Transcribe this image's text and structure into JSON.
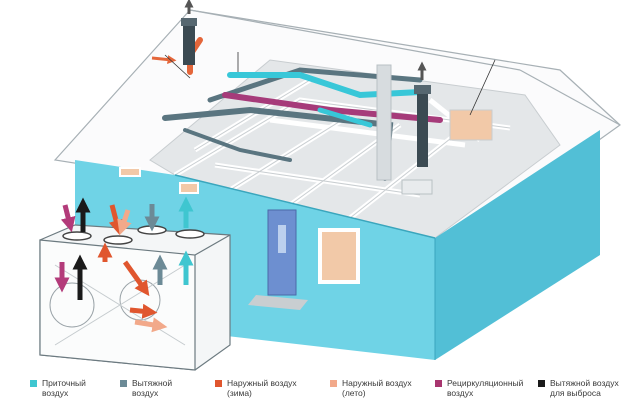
{
  "diagram": {
    "colors": {
      "wall": "#6fd3e6",
      "wall_shade": "#52bfd6",
      "floor": "#e3e6e8",
      "roof_outline": "#9aa4aa",
      "interior_wall": "#ffffff",
      "duct_grey": "#5a7580",
      "duct_cyan": "#38c7d8",
      "duct_purple": "#a63b7a",
      "duct_orange": "#e4663a",
      "unit_body": "#f4f6f7",
      "door": "#6d8fd0",
      "window": "#f2c9a8"
    },
    "icons": [
      "fresh-air-arrow",
      "exhaust-air-arrow",
      "outdoor-air-winter-arrow",
      "outdoor-air-summer-arrow",
      "recirculation-air-arrow",
      "exhaust-to-outside-arrow"
    ]
  },
  "legend": {
    "items": [
      {
        "label": "Приточный\nвоздух",
        "color": "#3fc6d0"
      },
      {
        "label": "Вытяжной\nвоздух",
        "color": "#6c8a96"
      },
      {
        "label": "Наружный воздух\n(зима)",
        "color": "#e0562e"
      },
      {
        "label": "Наружный воздух\n(лето)",
        "color": "#f2a98a"
      },
      {
        "label": "Рециркуляционный\nвоздух",
        "color": "#a8356f"
      },
      {
        "label": "Вытяжной воздух\nдля выброса",
        "color": "#1a1a1a"
      }
    ]
  }
}
